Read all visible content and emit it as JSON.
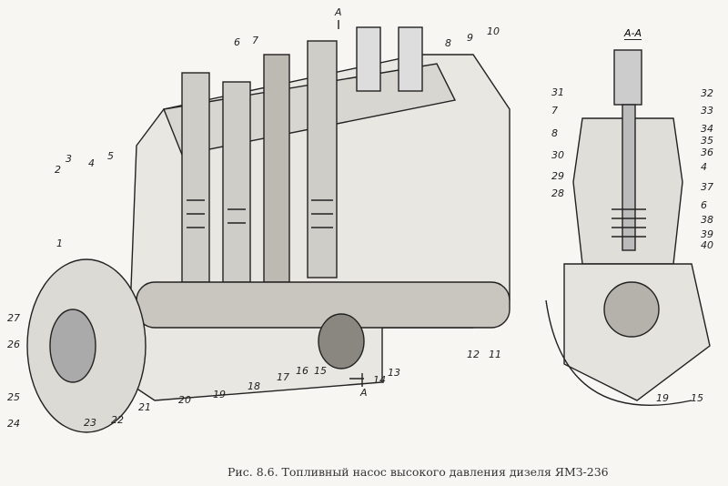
{
  "caption": "Рис. 8.6. Топливный насос высокого давления дизеля ЯМЗ-236",
  "section_title": "А-А",
  "section_marker": "А",
  "main_labels": [
    "1",
    "2",
    "3",
    "4",
    "5",
    "6",
    "7",
    "8",
    "9",
    "10",
    "11",
    "12",
    "13",
    "14",
    "15",
    "16",
    "17",
    "18",
    "19",
    "20",
    "21",
    "22",
    "23",
    "24",
    "25",
    "26",
    "27"
  ],
  "section_labels": [
    "31",
    "32",
    "7",
    "33",
    "8",
    "34",
    "35",
    "30",
    "36",
    "4",
    "29",
    "37",
    "28",
    "6",
    "38",
    "39",
    "40",
    "19",
    "15"
  ]
}
